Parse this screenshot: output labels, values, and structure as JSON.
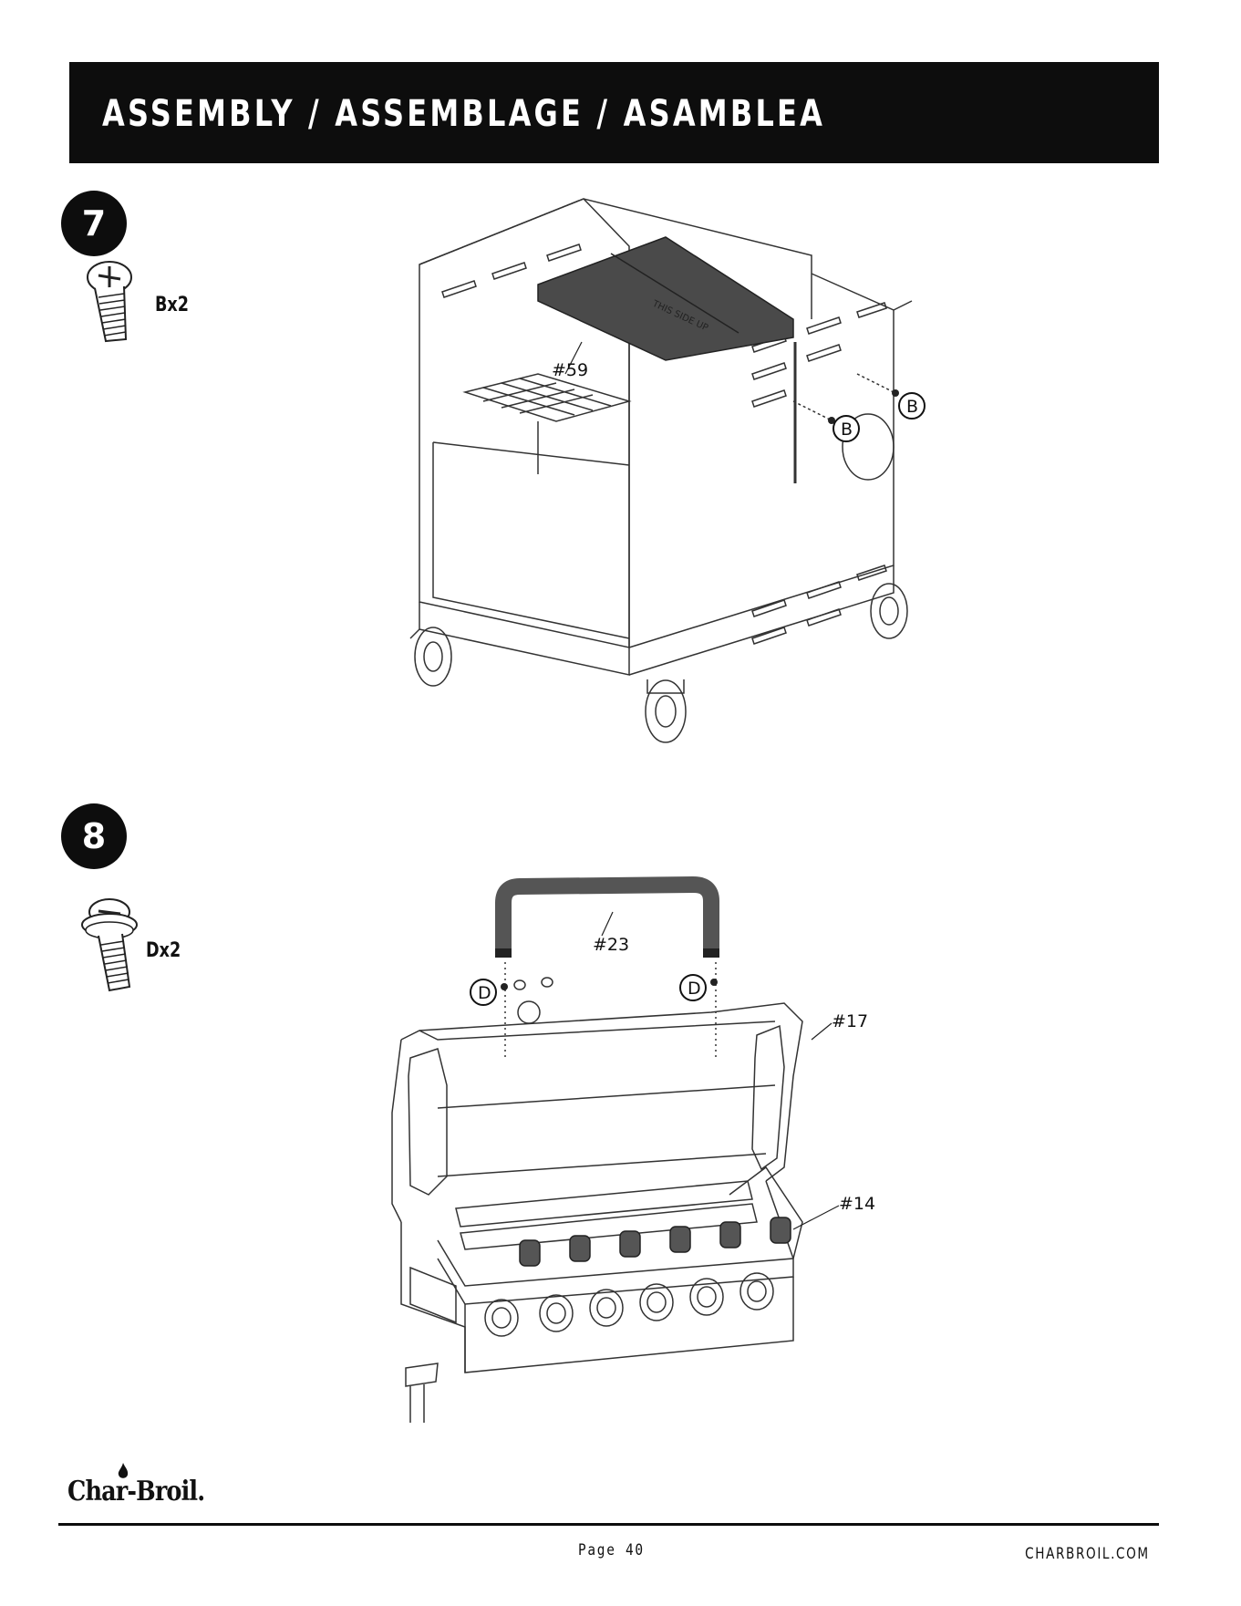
{
  "header": {
    "title": "ASSEMBLY / ASSEMBLAGE / ASAMBLEA"
  },
  "steps": [
    {
      "number": "7",
      "hardware": "Bx2",
      "callouts": {
        "part": "#59",
        "screw_a": "B",
        "screw_b": "B"
      },
      "shelf_text": "THIS SIDE UP"
    },
    {
      "number": "8",
      "hardware": "Dx2",
      "callouts": {
        "handle": "#23",
        "lid": "#17",
        "knobs": "#14",
        "screw_a": "D",
        "screw_b": "D"
      }
    }
  ],
  "footer": {
    "logo": "Char-Broil.",
    "page": "Page 40",
    "site": "CHARBROIL.COM"
  },
  "colors": {
    "banner": "#0d0d0d",
    "shelf": "#4a4a4a",
    "handle": "#555555"
  }
}
